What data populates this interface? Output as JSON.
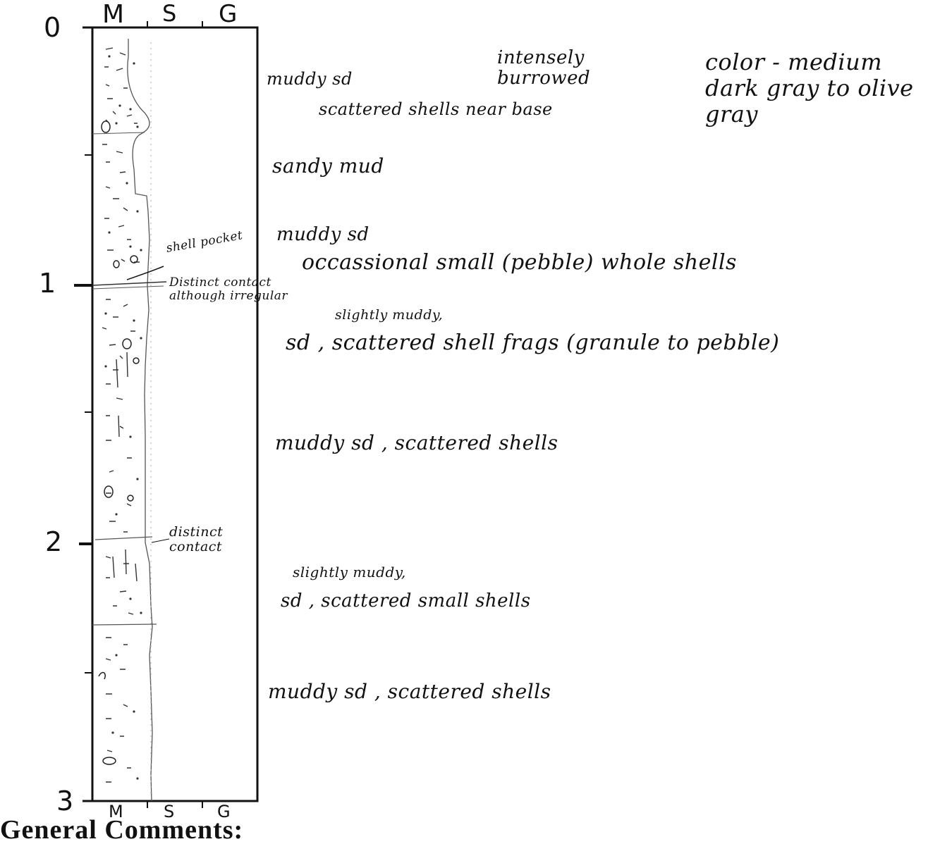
{
  "log": {
    "depth_marks": [
      "0",
      "1",
      "2",
      "3"
    ],
    "scale_top": [
      "M",
      "S",
      "G"
    ],
    "scale_bottom": [
      "M",
      "S",
      "G"
    ]
  },
  "annotations": {
    "intensely_burrowed": "intensely burrowed",
    "color": "color - medium dark gray to olive gray",
    "unit1_line1": "muddy sd",
    "unit1_line2": "scattered shells near base",
    "unit2": "sandy mud",
    "unit3_line1": "muddy sd",
    "unit3_line2": "occassional small (pebble) whole shells",
    "shell_pocket": "shell pocket",
    "distinct_contact_1": "Distinct contact although irregular",
    "unit4_caret": "slightly muddy,",
    "unit4": "sd , scattered shell frags (granule to pebble)",
    "unit5": "muddy sd , scattered shells",
    "distinct_contact_2": "distinct contact",
    "unit6_caret": "slightly muddy,",
    "unit6": "sd , scattered small shells",
    "unit7": "muddy sd , scattered shells"
  },
  "footer": {
    "general_comments": "General Comments:"
  }
}
